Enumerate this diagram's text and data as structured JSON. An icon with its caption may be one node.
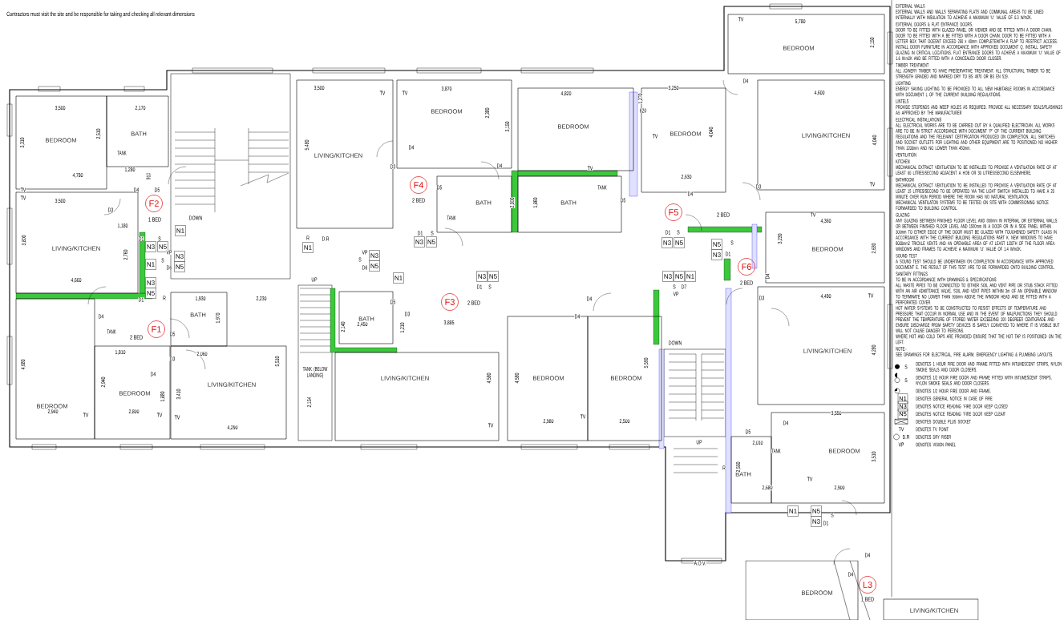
{
  "diagram": {
    "nodes": [
      {
        "text": [
          "BEDROOM"
        ]
      },
      {
        "text": [
          "BATH"
        ]
      },
      {
        "text": [
          "LIVING/KITCHEN"
        ]
      },
      {
        "text": [
          "LIVING/KITCHEN"
        ]
      },
      {
        "text": [
          "BEDROOM"
        ]
      },
      {
        "text": [
          "BEDROOM"
        ]
      },
      {
        "text": [
          "BEDROOM"
        ]
      },
      {
        "text": [
          "BEDROOM"
        ]
      },
      {
        "text": [
          "LIVING/KITCHEN"
        ]
      },
      {
        "text": [
          "BATH"
        ]
      },
      {
        "text": [
          "BATH"
        ]
      },
      {
        "text": [
          "BEDROOM"
        ]
      },
      {
        "text": [
          "LIVING/KITCHEN"
        ]
      },
      {
        "text": [
          "BEDROOM"
        ]
      },
      {
        "text": [
          "BEDROOM"
        ]
      },
      {
        "text": [
          "BATH"
        ]
      },
      {
        "text": [
          "LIVING/KITCHEN"
        ]
      },
      {
        "text": [
          "BATH"
        ]
      },
      {
        "text": [
          "LIVING/KITCHEN"
        ]
      },
      {
        "text": [
          "BEDROOM"
        ]
      },
      {
        "text": [
          "BEDROOM"
        ]
      },
      {
        "text": [
          "BATH"
        ]
      },
      {
        "text": [
          "BEDROOM"
        ]
      },
      {
        "text": [
          "BEDROOM"
        ]
      },
      {
        "text": [
          "LIVING/KITCHEN"
        ]
      },
      {
        "text": [
          "F1"
        ],
        "beside": [
          "2 BED"
        ]
      },
      {
        "text": [
          "F2"
        ],
        "beside": [
          "1 BED"
        ]
      },
      {
        "text": [
          "F3"
        ],
        "beside": [
          "2 BED"
        ]
      },
      {
        "text": [
          "F4"
        ],
        "beside": [
          "2 BED"
        ]
      },
      {
        "text": [
          "F5"
        ]
      },
      {
        "text": [
          "F6"
        ],
        "beside": [
          "2 BED"
        ]
      },
      {
        "text": [
          "L3"
        ],
        "beside": [
          "1 BED"
        ]
      },
      {
        "text": [
          "N1"
        ]
      },
      {
        "text": [
          "N3"
        ]
      },
      {
        "text": [
          "N5"
        ]
      },
      {
        "text": [
          "N3"
        ]
      },
      {
        "text": [
          "N5"
        ]
      },
      {
        "text": [
          "N1"
        ]
      },
      {
        "text": [
          "N3"
        ]
      },
      {
        "text": [
          "N5"
        ]
      },
      {
        "text": [
          "N1"
        ]
      },
      {
        "text": [
          "N3"
        ]
      },
      {
        "text": [
          "N5"
        ]
      },
      {
        "text": [
          "N3"
        ]
      },
      {
        "text": [
          "N5"
        ]
      },
      {
        "text": [
          "N1"
        ]
      },
      {
        "text": [
          "N3"
        ]
      },
      {
        "text": [
          "N5"
        ]
      },
      {
        "text": [
          "N3"
        ]
      },
      {
        "text": [
          "N5"
        ]
      },
      {
        "text": [
          "N5"
        ]
      },
      {
        "text": [
          "N3"
        ]
      },
      {
        "text": [
          "N3"
        ]
      },
      {
        "text": [
          "N5"
        ]
      },
      {
        "text": [
          "N1"
        ]
      },
      {
        "text": [
          "N1"
        ]
      },
      {
        "text": [
          "N5"
        ]
      },
      {
        "text": [
          "N3"
        ]
      }
    ],
    "labels": [
      "Contractors must visit the site and be responsible for taking and checking all relevant dimensions",
      "TV",
      "5,780",
      "2,150",
      "D4",
      "3,310",
      "3,500",
      "2,510",
      "TANK",
      "2,170",
      "5,480",
      "3,500",
      "TV",
      "TV",
      "D4",
      "3,870",
      "2,380",
      "3,150",
      "4,820",
      "1,270",
      "620",
      "TV",
      "3,250",
      "4,040",
      "4,600",
      "4,040",
      "TV",
      "TV",
      "3,800",
      "3,500",
      "4,660",
      "4,780",
      "D3",
      "1,180",
      "2,760",
      "1,280",
      "D4",
      "D1",
      "D1",
      "910",
      "D5",
      "S",
      "S",
      "R",
      "VP",
      "D6",
      "DOWN",
      "1,930",
      "2,230",
      "R",
      "UP",
      "D.R",
      "S",
      "VP",
      "D6",
      "D3",
      "D5",
      "D1",
      "S",
      "D5",
      "TANK",
      "D1",
      "S",
      "D4",
      "2,000",
      "1,860",
      "D4",
      "TV",
      "TANK",
      "D5",
      "D1",
      "S",
      "VP",
      "S",
      "D7",
      "2,630",
      "D4",
      "2 BED",
      "D1",
      "S",
      "D3",
      "D3",
      "D4",
      "3,230",
      "TV",
      "4,490",
      "4,360",
      "TV",
      "TV",
      "2,630",
      "D4",
      "TANK",
      "D5",
      "1,970",
      "2,140",
      "2,450",
      "1,210",
      "D3",
      "3,885",
      "D4",
      "4,680",
      "2,940",
      "TV",
      "2,940",
      "1,810",
      "2,800",
      "D4",
      "TV",
      "1,880",
      "D3",
      "TV",
      "3,410",
      "2,060",
      "4,290",
      "5,510",
      "2,154",
      "TANK (BELOW LANDING)",
      "4,580",
      "TV",
      "4,580",
      "2,980",
      "TV",
      "2,500",
      "5,590",
      "DOWN",
      "D5",
      "D4",
      "3,550",
      "4,280",
      "UP",
      "2,010",
      "R",
      "2,550",
      "TANK",
      "TV",
      "3,510",
      "2,680",
      "2,900",
      "D1",
      "S",
      "A.O.V.",
      "D4",
      "D4",
      "EXTERNAL WALLS",
      "EXTERNAL WALLS AND WALLS SEPARATING FLATS AND COMMUNAL AREAS TO BE LINED INTERNALLY WITH INSULATION TO ACHIEVE A MAXIMUM 'U' VALUE OF 0.3 W/m2K.",
      "EXTERNAL DOORS & FLAT ENTRANCE DOORS.",
      "DOOR TO BE FITTED WITH GLAZED PANEL OR VIEWER AND BE FITTED WITH A DOOR CHAIN. DOOR TO BE FITTED WITH A BE FITTED WITH A DOOR CHAIN. DOOR TO BE FITTED WITH A LETTER BOX THAT DOESNT EXCEED 260 x 40mm COMPLETEWITH A FLAP TO RESTRICT ACCESS. INSTALL DOOR FURNITURE IN ACCORDANCE WITH APPROVED DOCUMENT Q. INSTALL SAFETY GLAZING IN CRITICAL LOCATIONS. FLAT ENTRANCE DOORS TO ACHIEVE A MAXIMUM 'U' VALUE OF 1.6 W.m2K AND BE FITTED WITH A CONCEALED DOOR CLOSER.",
      "TIMBER TREATMENT",
      "ALL JOINERY TIMBER TO HAVE PRESERVATIVE TREATMENT. ALL STRUCTURAL TIMBER TO BE STRENGTH GRADED AND MARKED DRY TO BS 4978 OR BS EN 519.",
      "LIGHTING",
      "ENERGY SAVING LIGHTING TO BE PROVIDED TO ALL NEW HABITABLE ROOMS IN ACCORDANCE WITH DOCUMENT L OF THE CURRENT BUILDING REGULATIONS.",
      "LINTELS",
      "PROVIDE STOPENDS AND WEEP HOLES AS REQUIRED. PROVIDE ALL NECESSARY SEALS/FLASHINGS AS APPROVED BY THE MANUFACTURER",
      "ELECTRICAL INSTALLATIONS",
      "ALL ELECTRICAL WORKS ARE TO BE CARRIED OUT BY A QUALIFIED ELECTRICIAN. ALL WORKS ARE TO BE IN STRICT ACCORDANCE WITH DOCUMENT 'P' OF THE CURRENT BUILDING REGULATIONS AND THE RELEVANT CERTIFICATION PRODUCED ON COMPLETION. ALL SWITCHES AND SOCKET OUTLETS FOR LIGHTING AND OTHER EQUIPMENT ARE TO POSITIONED NO HIGHER THAN 1200mm AND NO LOWER THAN 450mm.",
      "VENTILATION",
      "KITCHEN",
      "MECHANICAL EXTRACT VENTILATION TO BE INSTALLED TO PROVIDE A VENTILATION RATE OF AT LEAST 60 LITRES/SECOND ADJACENT A HOB OR 30 LITRES/SECOND ELSEWHERE.",
      "BATHROOM",
      "MECHANICAL EXTRACT VENTILATION TO BE INSTALLED TO PROVIDE A VENTILATION RATE OF AT LEAST 15 LITRES/SECOND TO BE OPERATED VIA THE LIGHT SWITCH INSTALLED TO HAVE A 20 MINUTE OVER RUN PERIOD WHERE THE ROOM HAS NO NATURAL VENTILATION.",
      "MECHANICAL VENTILATON SYSTEMS TO BE TESTED ON SITE WITH COMMISSIONING NOTICE FORWARDED TO BUILDING CONTROL.",
      "GLAZING",
      "ANY GLAZING BETWEEN FINISHED FLOOR LEVEL AND 800mm IN INTERNAL OR EXTERNAL WALLS OR BETWEEN FINISHED FLOOR LEVEL AND 1500mm IN A DOOR OR IN A SIDE PANEL WITHIN 300mm TO EITHER EDGE OF THE DOOR MUST BE GLAZED WITH TOUGHENED SAFETY GLASS IN ACCORDANCE WITH THE CURRENT BUILDING REGULATIONS PART K. NEW WINDOWS TO HAVE 8000mm2 TRICKLE VENTS AND AN OPENABLE AREA OF AT LEAST 1/20TH OF THE FLOOR AREA. WINDOWS AND FRAMES TO ACHIEVE A MAXIMUM 'U' VALUE OF 1.4 W/m2K.",
      "SOUND TEST",
      "A SOUND TEST SHOULD BE UNDERTAKEN ON COMPLETION IN ACCORDANCE WITH APPROVED DOCUMENT E. THE RESULT OF THIS TEST ARE TO BE FORWARDED ONTO BUILDING CONTROL.",
      "SANITARY FITTINGS",
      "TO BE IN ACCORDANCE WITH DRAWINGS & SPECIFICATIONS",
      "ALL WASTE PIPES TO BE CONNECTED TO EITHER SOIL AND VENT PIPE OR STUB STACK FITTED WITH AN AIR ADMITTANCE VALVE. SOIL AND VENT PIPES WITHIN 3m OF AN OPENABLE WINDOW TO TERMINATE NO LOWER THAN 900mm ABOVE THE WINDOW HEAD AND BE FITTED WITH A PERFORATED COVER.",
      "HOT WATER SYSTEMS TO BE CONSTRUCTED TO RESIST EFFECTS OF TEMPERATURE AND PRESSURE THAT OCCUR IN NORMAL USE AND IN THE EVENT OF MALFUNCTIONS THEY SHOULD PREVENT THE TEMPERATURE OF STORED WATER EXCEEDING 100 DEGREES CENTIGRADE AND ENSURE DISCHARGE FROM SAFETY DEVICES IS SAFELY CONVEYED TO WHERE IT IS VISIBLE BUT WILL NOT CAUSE DANGER TO PERSONS.",
      "WHERE HOT AND COLD TAPS ARE PROVIDED ENSURE THAT THE HOT TAP IS POSITIONED ON THE LEFT.",
      "NOTE:-",
      "SEE DRAWINGS FOR ELECTRICAL, FIRE ALARM, EMERGENCY LIGHTING & PLUMBING LAYOUTS.",
      "S",
      "S",
      "N1",
      "N3",
      "N5",
      "TV",
      "D.R",
      "VP"
    ],
    "legend": [
      {
        "text": "DENOTES 1 HOUR FIRE DOOR AND FRAME FITTED WITH INTUMESCENT STRIPS, NYLON SMOKE SEALS AND DOOR CLOSERS."
      },
      {
        "text": "DENOTES 1/2 HOUR FIRE DOOR AND FRAME FITTED WITH INTUMESCENT STRIPS, NYLON SMOKE SEALS AND DOOR CLOSERS."
      },
      {
        "text": "DENOTES 1/2 HOUR FIRE DOOR AND FRAME."
      },
      {
        "text": "DENOTES GENERAL NOTICE IN CASE OF FIRE"
      },
      {
        "text": "DENOTES NOTICE READING 'FIRE DOOR KEEP CLOSED'"
      },
      {
        "text": "DENOTES NOTICE READING 'FIRE DOOR KEEP CLEAR'"
      },
      {
        "text": "DENOTES DOUBLE PLUS SOCKET"
      },
      {
        "text": "DENOTES TV POINT"
      },
      {
        "text": "DENOTES DRY RISER"
      },
      {
        "text": "DENOTES VISION PANEL"
      }
    ]
  }
}
